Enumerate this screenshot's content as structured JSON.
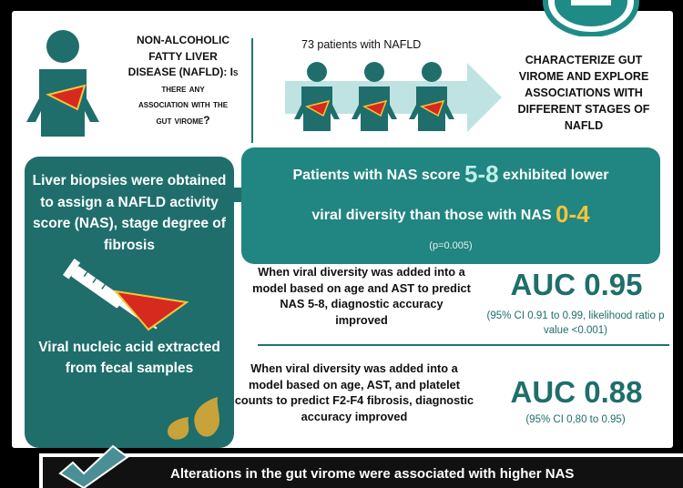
{
  "question": {
    "line1": "NON-ALCOHOLIC",
    "line2": "FATTY LIVER",
    "line3": "DISEASE (NAFLD): Is",
    "line4": "there any",
    "line5": "association with the",
    "line6": "gut virome?"
  },
  "patients_label": "73 patients with NAFLD",
  "goal": {
    "line1": "Characterize gut",
    "line2": "virome and explore",
    "line3": "associations with",
    "line4": "different stages of",
    "line5": "NAFLD"
  },
  "methods": {
    "biopsy": "Liver biopsies were obtained to assign a NAFLD activity score (NAS), stage degree of fibrosis",
    "fecal": "Viral nucleic acid extracted from fecal samples"
  },
  "result": {
    "line1_pre": "Patients with NAS score ",
    "line1_num": "5-8",
    "line1_post": " exhibited lower",
    "line2_pre": "viral diversity than those with NAS ",
    "line2_num": "0-4",
    "pvalue": "(p=0.005)"
  },
  "auc1": {
    "text": "When viral diversity was added into a model based on age and AST to predict NAS 5-8, diagnostic accuracy improved",
    "value": "AUC 0.95",
    "ci": "(95% CI 0.91 to 0.99, likelihood ratio p value <0.001)"
  },
  "auc2": {
    "text": "When viral diversity was added into a model based on age, AST, and platelet counts to predict F2-F4 fibrosis, diagnostic accuracy improved",
    "value": "AUC 0.88",
    "ci": "(95% CI 0,80 to 0.95)"
  },
  "conclusion": "Alterations in the gut virome were associated with higher NAS",
  "colors": {
    "teal_dark": "#1f6e6c",
    "teal": "#218581",
    "accent_yellow": "#f3c53a",
    "liver_red": "#d62a1e"
  },
  "icons": [
    "logo-icon",
    "person-icon",
    "liver-icon",
    "arrow-icon",
    "syringe-icon",
    "feces-icon",
    "checkmark-icon"
  ]
}
